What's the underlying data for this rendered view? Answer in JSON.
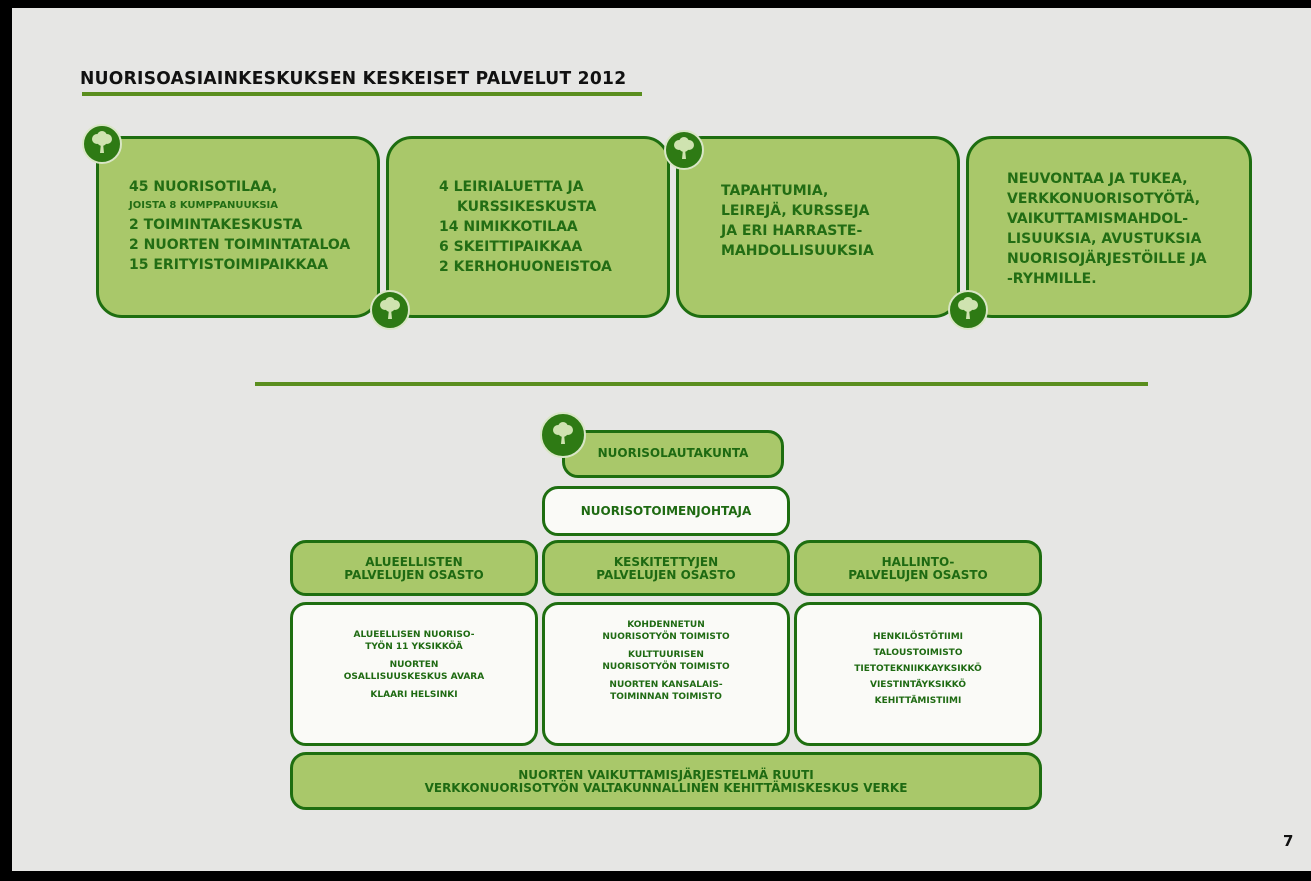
{
  "title": "NUORISOASIAINKESKUKSEN KESKEISET PALVELUT 2012",
  "cards": [
    {
      "lines": [
        "45 NUORISOTILAA,",
        "JOISTA 8 KUMPPANUUKSIA",
        "2 TOIMINTAKESKUSTA",
        "2 NUORTEN TOIMINTATALOA",
        "15 ERITYISTOIMIPAIKKAA"
      ]
    },
    {
      "lines": [
        "4 LEIRIALUETTA JA",
        "KURSSIKESKUSTA",
        "14 NIMIKKOTILAA",
        "6 SKEITTIPAIKKAA",
        "2 KERHOHUONEISTOA"
      ]
    },
    {
      "lines": [
        "TAPAHTUMIA,",
        "LEIREJÄ, KURSSEJA",
        "JA ERI HARRASTE-",
        "MAHDOLLISUUKSIA"
      ]
    },
    {
      "lines": [
        "NEUVONTAA JA TUKEA,",
        "VERKKONUORISOTYÖTÄ,",
        "VAIKUTTAMISMAHDOL-",
        "LISUUKSIA, AVUSTUKSIA",
        "NUORISOJÄRJESTÖILLE JA",
        "-RYHMILLE."
      ]
    }
  ],
  "org": {
    "board": "NUORISOLAUTAKUNTA",
    "director": "NUORISOTOIMENJOHTAJA",
    "departments": [
      {
        "lines": [
          "ALUEELLISTEN",
          "PALVELUJEN OSASTO"
        ]
      },
      {
        "lines": [
          "KESKITETTYJEN",
          "PALVELUJEN OSASTO"
        ]
      },
      {
        "lines": [
          "HALLINTO-",
          "PALVELUJEN OSASTO"
        ]
      }
    ],
    "units": [
      [
        "ALUEELLISEN NUORISO-",
        "TYÖN 11 YKSIKKÖÄ",
        "NUORTEN",
        "OSALLISUUSKESKUS AVARA",
        "KLAARI HELSINKI"
      ],
      [
        "KOHDENNETUN",
        "NUORISOTYÖN TOIMISTO",
        "KULTTUURISEN",
        "NUORISOTYÖN TOIMISTO",
        "NUORTEN KANSALAIS-",
        "TOIMINNAN TOIMISTO"
      ],
      [
        "HENKILÖSTÖTIIMI",
        "TALOUSTOIMISTO",
        "TIETOTEKNIIKKAYKSIKKÖ",
        "VIESTINTÄYKSIKKÖ",
        "KEHITTÄMISTIIMI"
      ]
    ],
    "bottom": [
      "NUORTEN VAIKUTTAMISJÄRJESTELMÄ RUUTI",
      "VERKKONUORISOTYÖN VALTAKUNNALLINEN KEHITTÄMISKESKUS VERKE"
    ]
  },
  "page_number": "7",
  "colors": {
    "card_fill": "#a9c86a",
    "border": "#1e6e10",
    "text": "#226d14",
    "background": "#e6e6e4"
  }
}
